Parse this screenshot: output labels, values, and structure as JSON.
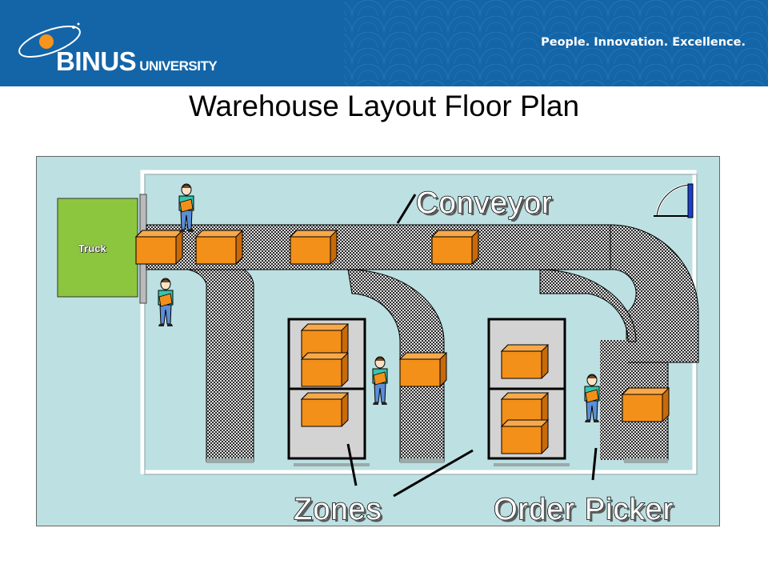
{
  "header": {
    "logo_main": "BINUS",
    "logo_sub": "UNIVERSITY",
    "tagline": "People. Innovation. Excellence.",
    "bg_color": "#1465a8"
  },
  "title": "Warehouse Layout Floor Plan",
  "labels": {
    "conveyor": "Conveyor",
    "zones": "Zones",
    "order_picker": "Order Picker",
    "truck": "Truck"
  },
  "colors": {
    "floor": "#bde0e2",
    "truck": "#8cc63f",
    "box": "#f39019",
    "conveyor_dark": "#222222",
    "conveyor_light": "#dcdcdc",
    "zone_fill": "#d3d3d3",
    "worker_shirt": "#34c6ad",
    "worker_pants": "#5b8ed6"
  }
}
